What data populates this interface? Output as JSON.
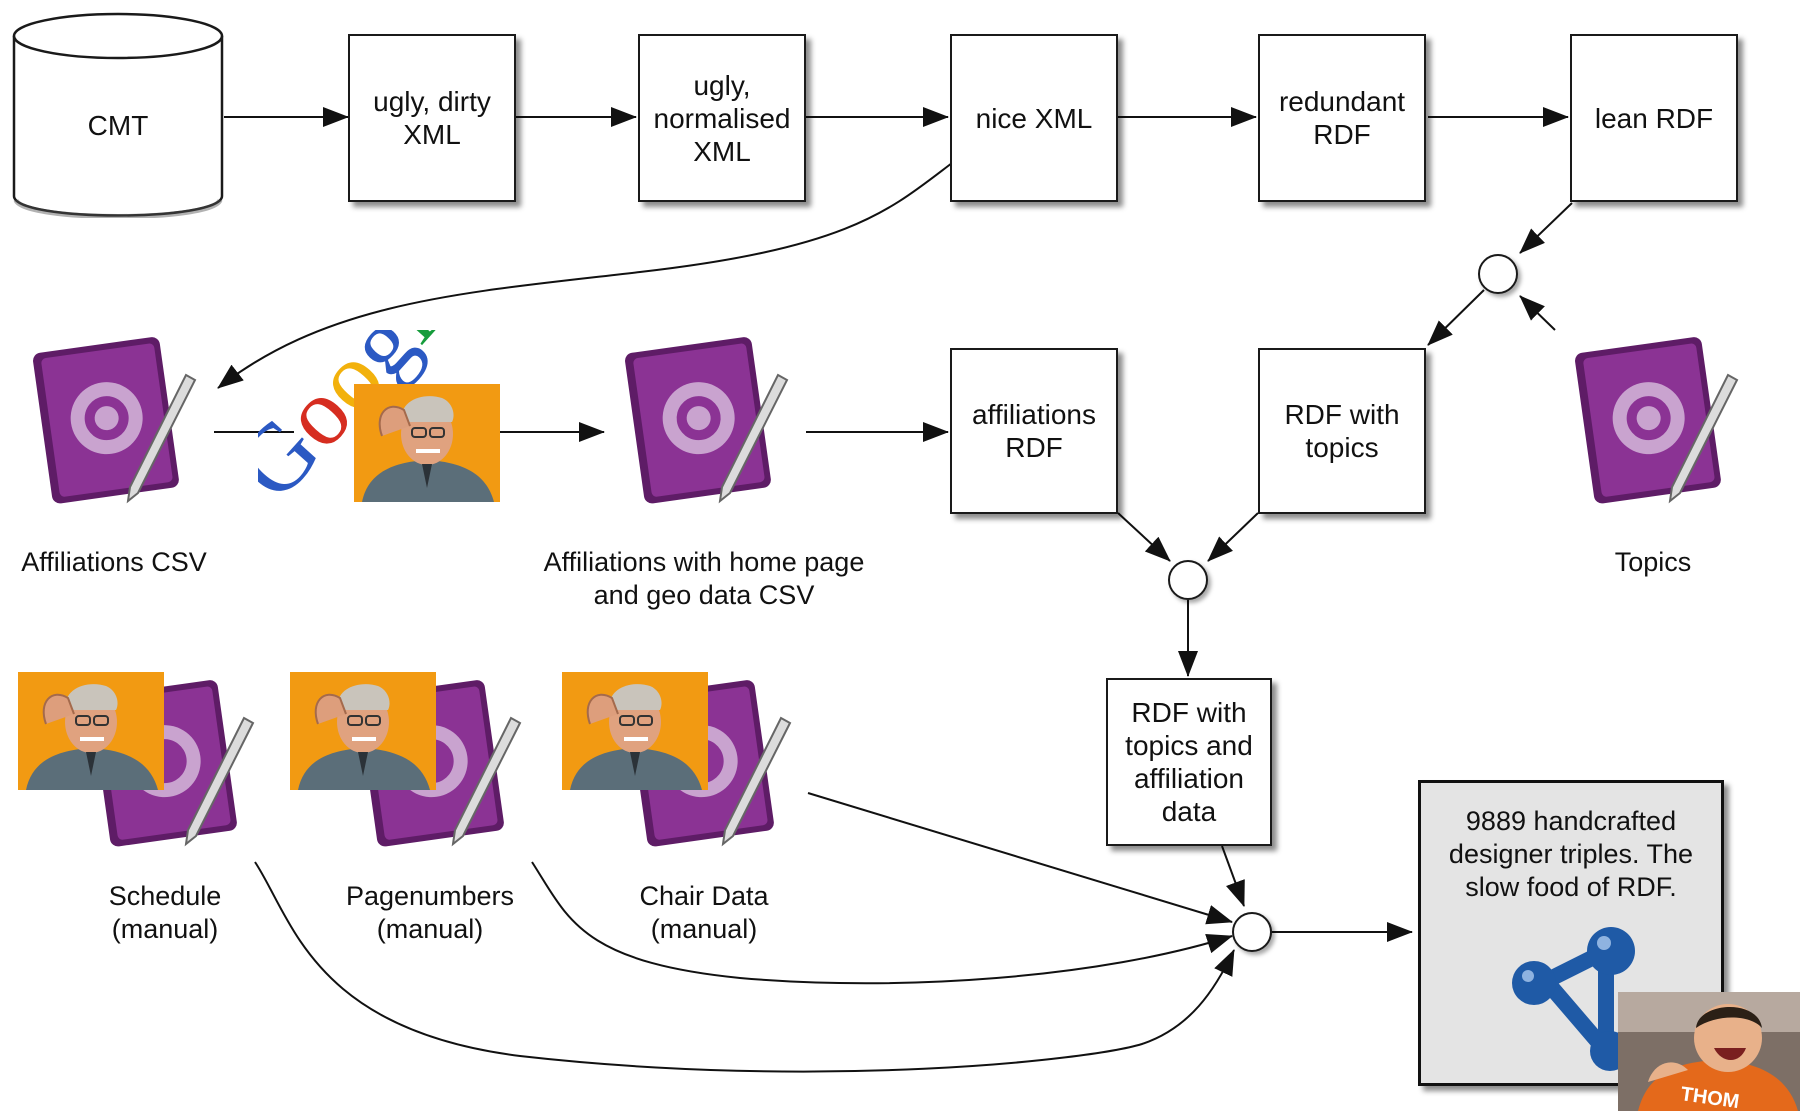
{
  "nodes": {
    "cmt": "CMT",
    "ugly_dirty_xml": "ugly, dirty\nXML",
    "ugly_normalised_xml": "ugly,\nnormalised\nXML",
    "nice_xml": "nice XML",
    "redundant_rdf": "redundant\nRDF",
    "lean_rdf": "lean RDF",
    "affiliations_rdf": "affiliations\nRDF",
    "rdf_with_topics": "RDF with\ntopics",
    "rdf_topics_affiliation": "RDF with\ntopics and\naffiliation\ndata",
    "final": "9889 handcrafted\ndesigner triples. The\nslow food of RDF."
  },
  "documents": {
    "affiliations_csv": "Affiliations CSV",
    "affiliations_geo_csv": "Affiliations with home page\nand geo data CSV",
    "topics": "Topics",
    "schedule": "Schedule\n(manual)",
    "pagenumbers": "Pagenumbers\n(manual)",
    "chair_data": "Chair Data\n(manual)"
  },
  "google_text": "Google",
  "icons": {
    "document": "script-editor-icon",
    "frustrated_person": "frustrated-man-photo",
    "sparql": "rdf-sparql-logo",
    "laughing_child": "laughing-child-photo"
  },
  "colors": {
    "doc_purple": "#7a2a80",
    "meme_orange": "#f29a12",
    "rdf_blue": "#1f5aa6",
    "final_bg": "#e4e4e4"
  }
}
